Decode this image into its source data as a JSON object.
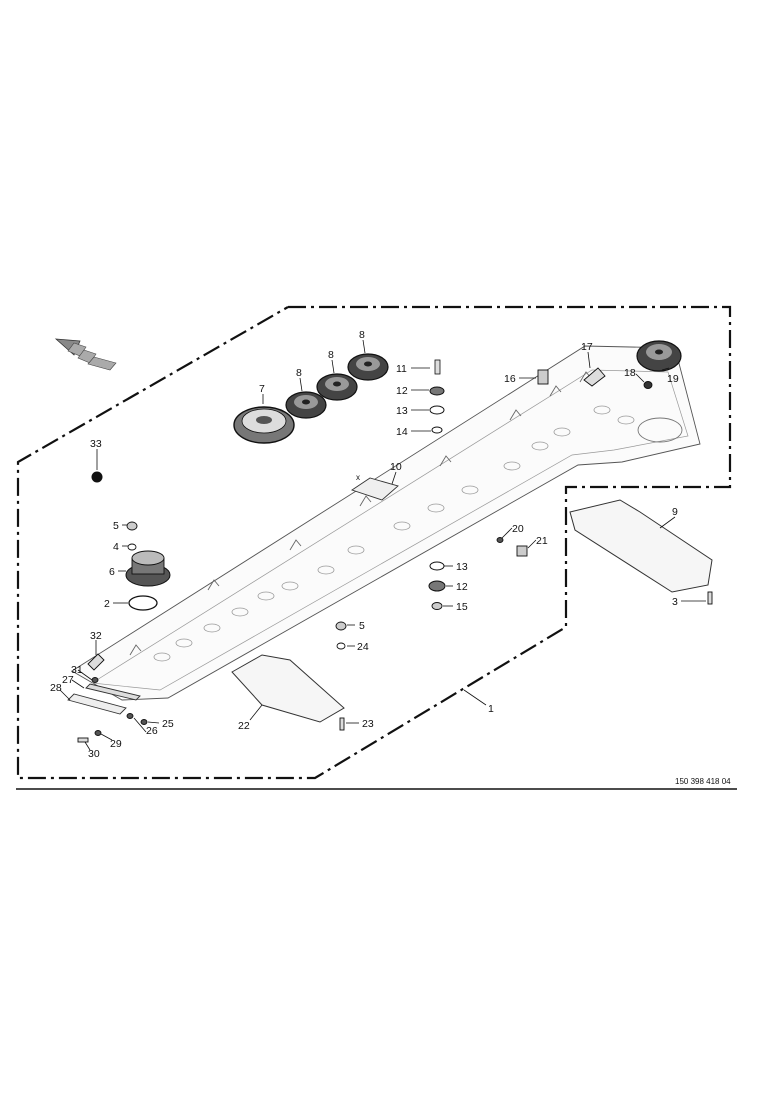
{
  "drawing_number": "150 398 418 04",
  "x_label": "x",
  "part_labels": {
    "p1": "1",
    "p2": "2",
    "p3": "3",
    "p4": "4",
    "p5": "5",
    "p6": "6",
    "p7": "7",
    "p8": "8",
    "p9": "9",
    "p10": "10",
    "p11": "11",
    "p12": "12",
    "p13": "13",
    "p14": "14",
    "p15": "15",
    "p16": "16",
    "p17": "17",
    "p18": "18",
    "p19": "19",
    "p20": "20",
    "p21": "21",
    "p22": "22",
    "p23": "23",
    "p24": "24",
    "p25": "25",
    "p26": "26",
    "p27": "27",
    "p28": "28",
    "p29": "29",
    "p30": "30",
    "p31": "31",
    "p32": "32",
    "p33": "33"
  },
  "colors": {
    "ink": "#111111",
    "pale": "#f4f4f4"
  },
  "icons": [
    "direction-arrow-icon",
    "marker-dot-icon"
  ]
}
